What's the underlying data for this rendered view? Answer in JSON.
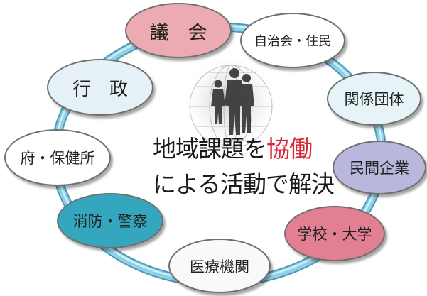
{
  "center": {
    "line1_prefix": "地域課題を",
    "line1_accent": "協働",
    "line2": "による活動で解決"
  },
  "nodes": [
    {
      "id": "gikai",
      "label": "議　会",
      "fill": "#ecaab2"
    },
    {
      "id": "jichikai",
      "label": "自治会・住民",
      "fill": "#ffffff"
    },
    {
      "id": "kankei",
      "label": "関係団体",
      "fill": "#e6f3f7"
    },
    {
      "id": "minkan",
      "label": "民間企業",
      "fill": "#b9b8dc"
    },
    {
      "id": "gakko",
      "label": "学校・大学",
      "fill": "#e37f92"
    },
    {
      "id": "iryo",
      "label": "医療機関",
      "fill": "#f9f9f9"
    },
    {
      "id": "shobo",
      "label": "消防・警察",
      "fill": "#34a7be"
    },
    {
      "id": "hoken",
      "label": "府・保健所",
      "fill": "#ffffff"
    },
    {
      "id": "gyosei",
      "label": "行　政",
      "fill": "#e5f1f7"
    }
  ],
  "colors": {
    "ring": "#7cc3db",
    "ring_edge": "#4b9ab8",
    "accent": "#d7273a"
  }
}
